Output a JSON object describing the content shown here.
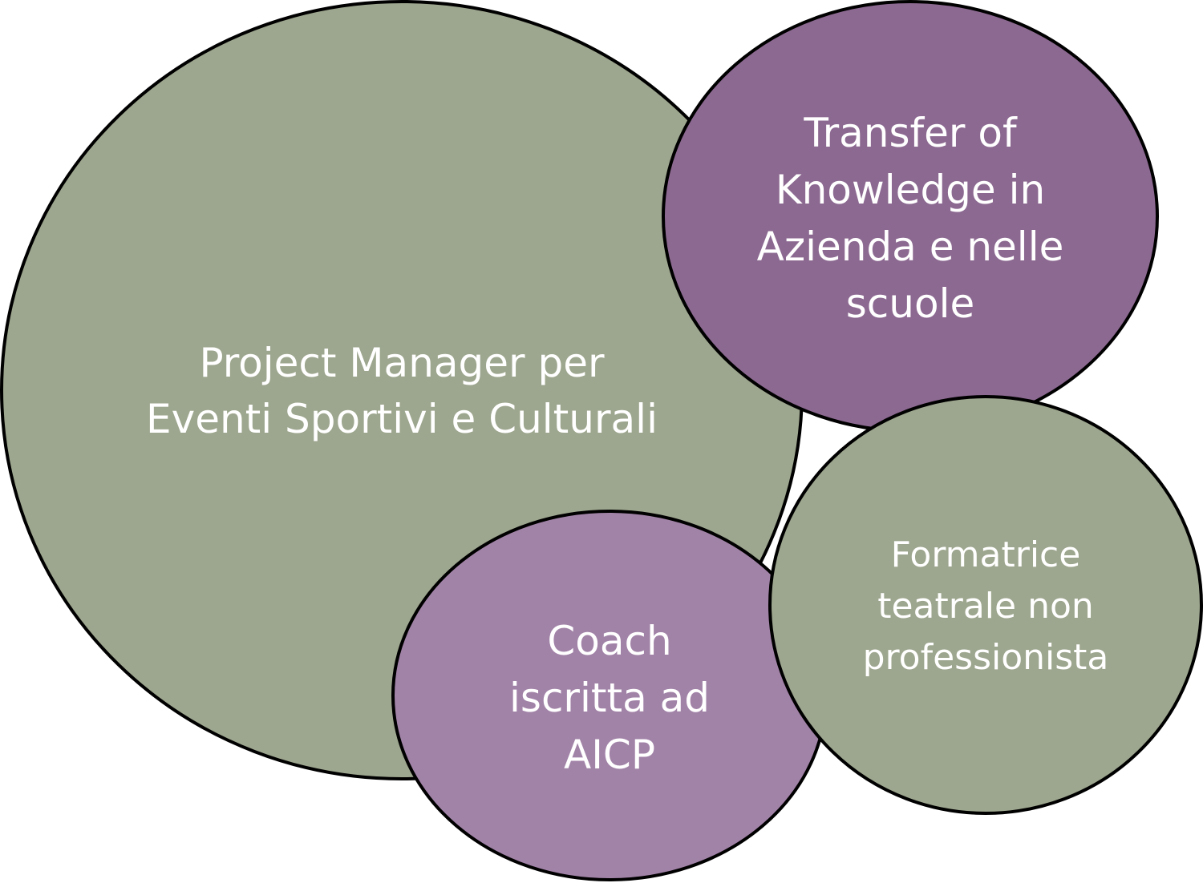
{
  "colors": {
    "green": "#9DA68E",
    "dark_purple": "#8C6991",
    "light_purple": "#A283A8",
    "text": "#FFFFFF",
    "outline": "#000000"
  },
  "bubbles": [
    {
      "label": "project-manager",
      "lines": [
        "Project Manager per",
        "Eventi Sportivi e Culturali"
      ]
    },
    {
      "label": "transfer-of-knowledge",
      "lines": [
        "Transfer of",
        "Knowledge in",
        "Azienda e nelle",
        "scuole"
      ]
    },
    {
      "label": "coach",
      "lines": [
        "Coach",
        "iscritta ad",
        "AICP"
      ]
    },
    {
      "label": "formatrice",
      "lines": [
        "Formatrice",
        "teatrale non",
        "professionista"
      ]
    }
  ]
}
